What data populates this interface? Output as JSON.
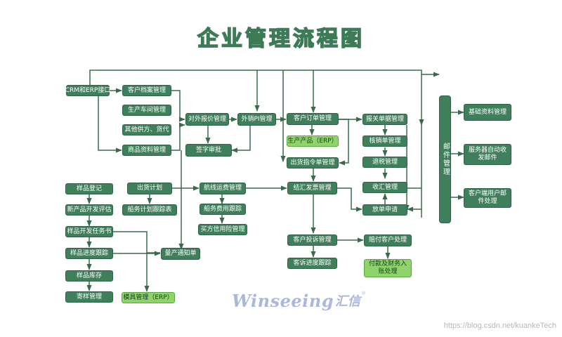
{
  "title": "企业管理流程图",
  "colors": {
    "box": "#3f7f5c",
    "box_green": "#8fd46a",
    "line": "#3a6a4d",
    "title_outline": "#3d7a56"
  },
  "nodes": {
    "crm": "CRM和ERP接口",
    "customer_archive": "客户档案管理",
    "production_workshop": "生产车间管理",
    "other_supply": "其他供方、货代",
    "product_data": "商品资料管理",
    "external_quote": "对外报价管理",
    "sign_approval": "签字审批",
    "export_pi": "外销PI管理",
    "customer_order": "客户订单管理",
    "production_product": "生产产品（ERP）",
    "shipping_instruction": "出货指令单管理",
    "customs_doc": "报关单据管理",
    "verification": "核销单管理",
    "tax_refund": "退税管理",
    "fx_collection": "收汇管理",
    "release_request": "放单申请",
    "mail_mgmt": "邮件管理",
    "basic_data": "基础资料管理",
    "server_mail": "服务器自动收发邮件",
    "client_mail": "客户端用户邮件处理",
    "sample_register": "样品登记",
    "new_product_eval": "新产品开发评估",
    "sample_dev_task": "样品开发任务书",
    "sample_progress": "样品进度跟踪",
    "sample_stock": "样品库存",
    "sample_send": "寄样管理",
    "shipping_plan": "出货计划",
    "ship_plan_track": "船务计划跟踪表",
    "mold_mgmt": "模具管理（ERP）",
    "mass_production": "量产通知单",
    "freight_mgmt": "航线运费管理",
    "ship_cost": "船务费用跟踪",
    "credit_insurance": "买方信用险管理",
    "invoice_settlement": "结汇发票管理",
    "complaint_mgmt": "客户投诉管理",
    "complaint_progress": "客诉进度跟踪",
    "compensation": "赔付客户处理",
    "payment_finance": "付款及财务入账处理"
  },
  "logo": {
    "text": "Winseeing",
    "cn": "汇信",
    "mark": "®"
  },
  "watermark": "https://blog.csdn.net/kuankeTech"
}
